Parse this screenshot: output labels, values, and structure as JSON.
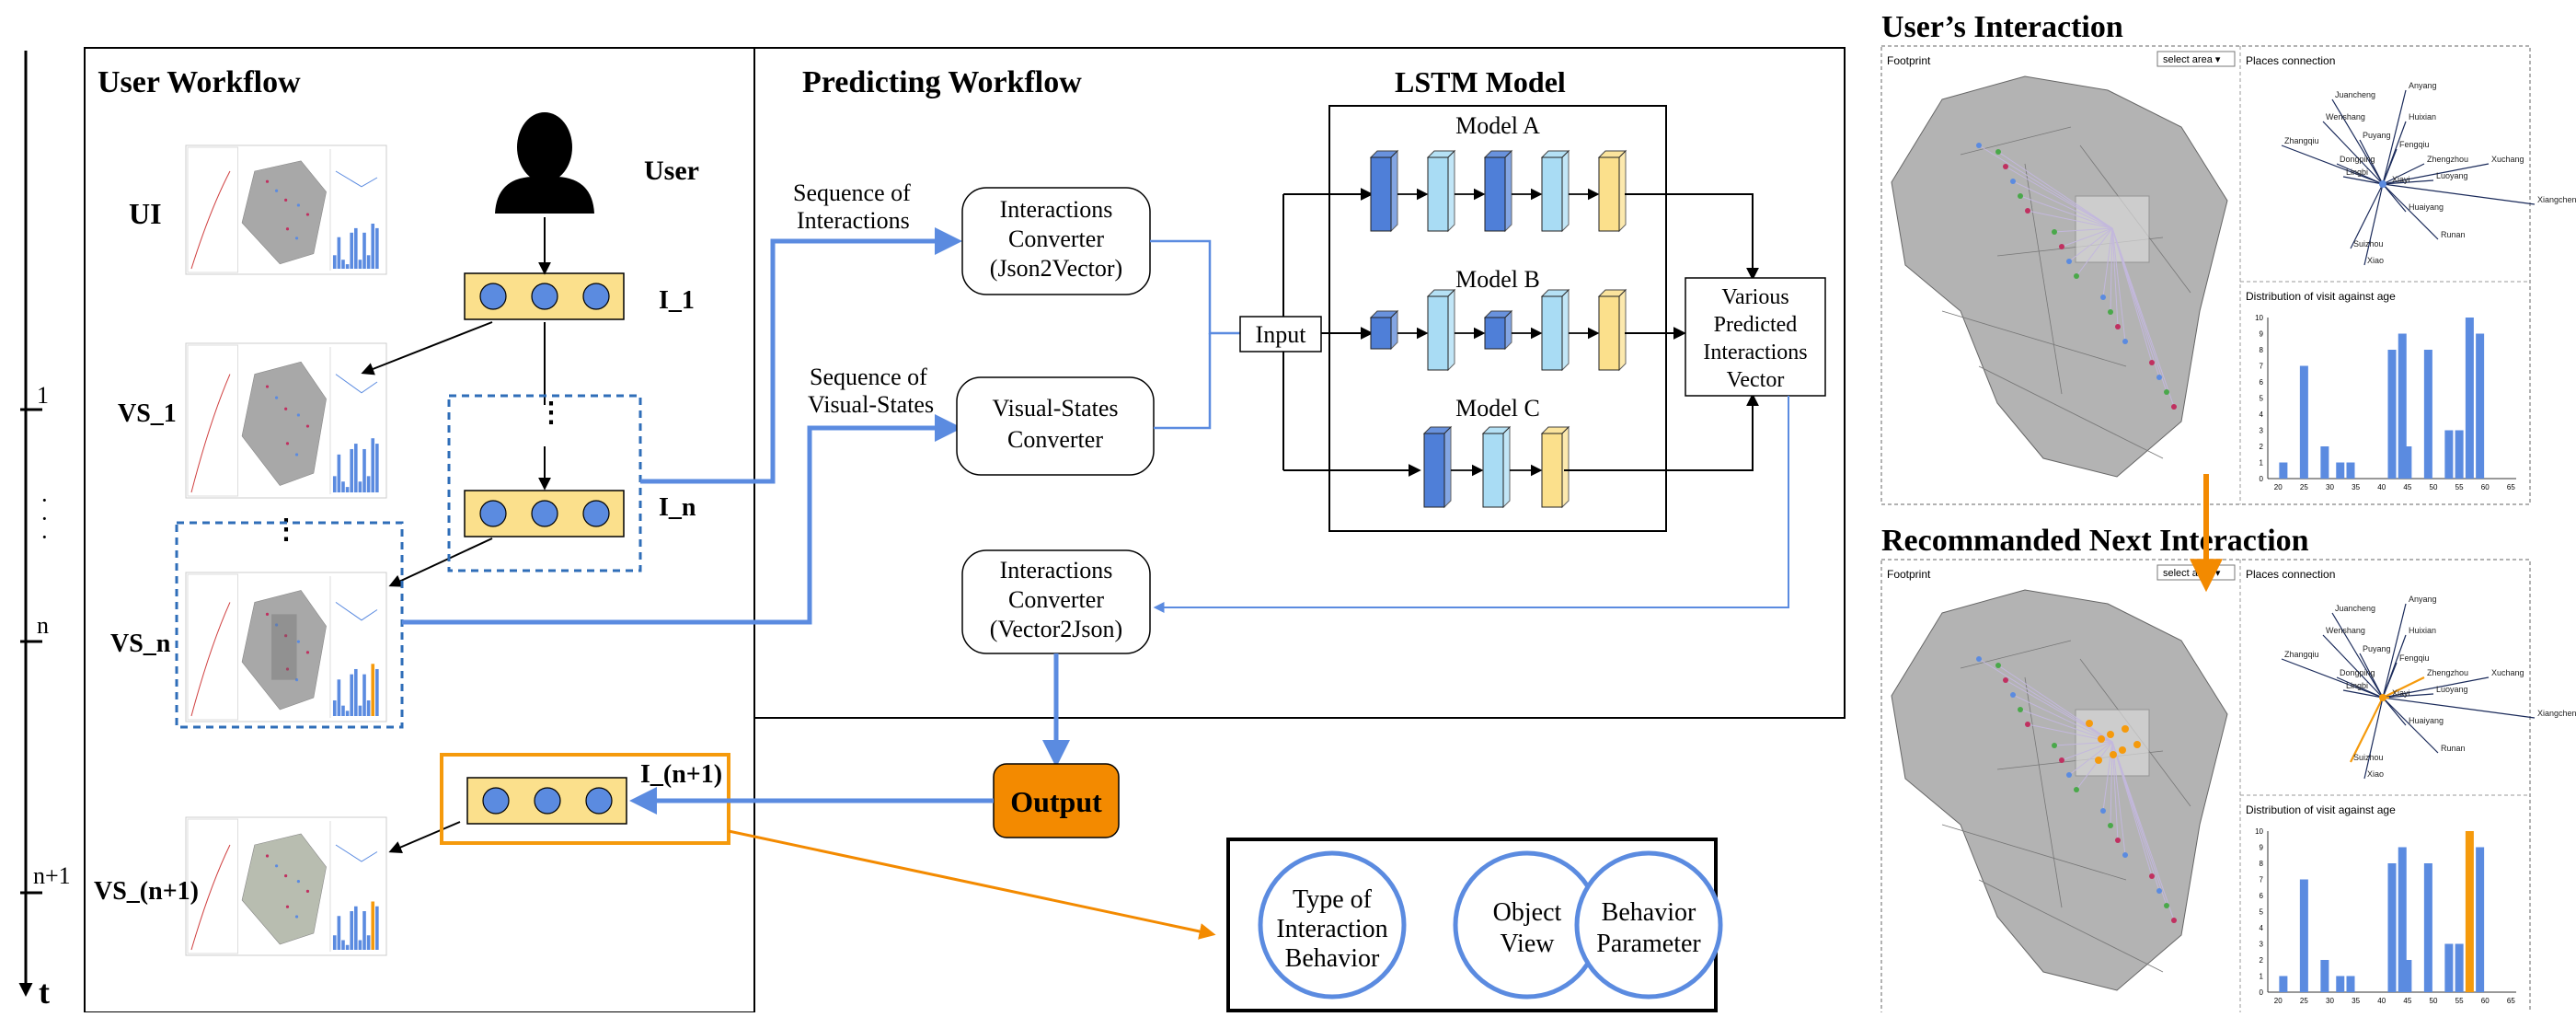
{
  "timeline": {
    "ticks": [
      {
        "label": "1"
      },
      {
        "label": "·\n·\n·"
      },
      {
        "label": "n"
      },
      {
        "label": "n+1"
      }
    ],
    "axis_label": "t"
  },
  "user_workflow": {
    "title": "User Workflow",
    "user_label": "User",
    "ui_label": "UI",
    "interaction_labels": [
      "I_1",
      "I_n",
      "I_(n+1)"
    ],
    "state_labels": [
      "VS_1",
      "VS_n",
      "VS_(n+1)"
    ]
  },
  "predicting_workflow": {
    "title": "Predicting Workflow",
    "lstm_title": "LSTM Model",
    "inputs": [
      {
        "label_lines": [
          "Sequence of",
          "Interactions"
        ]
      },
      {
        "label_lines": [
          "Sequence of",
          "Visual-States"
        ]
      }
    ],
    "converters": [
      {
        "lines": [
          "Interactions",
          "Converter",
          "(Json2Vector)"
        ]
      },
      {
        "lines": [
          "Visual-States",
          "Converter"
        ]
      },
      {
        "lines": [
          "Interactions",
          "Converter",
          "(Vector2Json)"
        ]
      }
    ],
    "input_node": "Input",
    "models": [
      "Model A",
      "Model B",
      "Model C"
    ],
    "predicted_vector_lines": [
      "Various",
      "Predicted",
      "Interactions",
      "Vector"
    ],
    "output_label": "Output"
  },
  "output_components": [
    {
      "lines": [
        "Type of",
        "Interaction",
        "Behavior"
      ]
    },
    {
      "lines": [
        "Object",
        "View"
      ]
    },
    {
      "lines": [
        "Behavior",
        "Parameter"
      ]
    }
  ],
  "right_panels": [
    {
      "title": "User’s Interaction",
      "footprint_label": "Footprint",
      "select_label": "select area",
      "connection_title": "Places connection",
      "places": [
        "Juancheng",
        "Anyang",
        "Wenshang",
        "Huixian",
        "Puyang",
        "Fengqiu",
        "Zhangqiu",
        "Dongping",
        "Lingbi",
        "Zhengzhou",
        "Xuchang",
        "Luoyang",
        "Xiangcheng",
        "Xiayi",
        "Huaiyang",
        "Runan",
        "Suizhou",
        "Xiao"
      ],
      "chart_title": "Distribution of visit against age",
      "highlight_index": -1
    },
    {
      "title": "Recommanded Next Interaction",
      "footprint_label": "Footprint",
      "select_label": "select area",
      "connection_title": "Places connection",
      "places": [
        "Juancheng",
        "Anyang",
        "Wenshang",
        "Huixian",
        "Puyang",
        "Fengqiu",
        "Zhangqiu",
        "Dongping",
        "Lingbi",
        "Zhengzhou",
        "Xuchang",
        "Luoyang",
        "Xiangcheng",
        "Xiayi",
        "Huaiyang",
        "Runan",
        "Suizhou",
        "Xiao"
      ],
      "chart_title": "Distribution of visit against age",
      "highlight_index": 13
    }
  ],
  "chart_data": [
    {
      "type": "bar",
      "title": "Distribution of visit against age",
      "x": [
        21,
        25,
        29,
        32,
        34,
        42,
        44,
        45,
        49,
        53,
        55,
        57,
        59
      ],
      "values": [
        1,
        7,
        2,
        1,
        1,
        8,
        9,
        2,
        8,
        3,
        3,
        10,
        9
      ],
      "xlim": [
        18,
        66
      ],
      "ylim": [
        0,
        10
      ],
      "xticks": [
        20,
        25,
        30,
        35,
        40,
        45,
        50,
        55,
        60,
        65
      ],
      "yticks": [
        0,
        1,
        2,
        3,
        4,
        5,
        6,
        7,
        8,
        9,
        10
      ],
      "colors": {
        "bar": "#5b8be0"
      }
    },
    {
      "type": "bar",
      "title": "Distribution of visit against age",
      "x": [
        21,
        25,
        29,
        32,
        34,
        42,
        44,
        45,
        49,
        53,
        55,
        57,
        59
      ],
      "values": [
        1,
        7,
        2,
        1,
        1,
        8,
        9,
        2,
        8,
        3,
        3,
        10,
        9
      ],
      "xlim": [
        18,
        66
      ],
      "ylim": [
        0,
        10
      ],
      "xticks": [
        20,
        25,
        30,
        35,
        40,
        45,
        50,
        55,
        60,
        65
      ],
      "yticks": [
        0,
        1,
        2,
        3,
        4,
        5,
        6,
        7,
        8,
        9,
        10
      ],
      "highlight_x": 57,
      "colors": {
        "bar": "#5b8be0",
        "highlight": "#f59a0c"
      }
    }
  ],
  "colors": {
    "flow_blue": "#5b8be0",
    "output_orange": "#f38a00",
    "node_yellow": "#fbe08c",
    "node_blue": "#5b8be0",
    "dashed_blue": "#2f6eb8"
  }
}
